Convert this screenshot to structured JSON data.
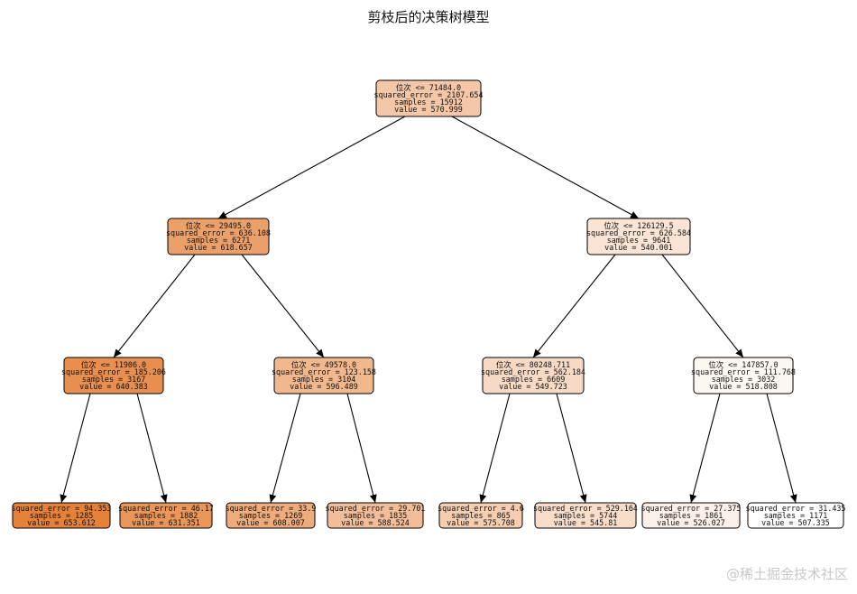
{
  "title": "剪枝后的决策树模型",
  "watermark": "@稀土掘金技术社区",
  "tree": {
    "nodes": [
      {
        "id": "n0",
        "lines": [
          "位次 <= 71484.0",
          "squared_error = 2107.654",
          "samples = 15912",
          "value = 570.999"
        ],
        "color": "#f3c7a8"
      },
      {
        "id": "n1",
        "lines": [
          "位次 <= 29495.0",
          "squared_error = 636.108",
          "samples = 6271",
          "value = 618.657"
        ],
        "color": "#eba06a"
      },
      {
        "id": "n2",
        "lines": [
          "位次 <= 126129.5",
          "squared_error = 626.584",
          "samples = 9641",
          "value = 540.001"
        ],
        "color": "#f9e4d5"
      },
      {
        "id": "n3",
        "lines": [
          "位次 <= 11906.0",
          "squared_error = 185.206",
          "samples = 3167",
          "value = 640.383"
        ],
        "color": "#e88e4e"
      },
      {
        "id": "n4",
        "lines": [
          "位次 <= 49578.0",
          "squared_error = 123.158",
          "samples = 3104",
          "value = 596.489"
        ],
        "color": "#f1b78d"
      },
      {
        "id": "n5",
        "lines": [
          "位次 <= 80248.711",
          "squared_error = 562.184",
          "samples = 6609",
          "value = 549.723"
        ],
        "color": "#f7dac5"
      },
      {
        "id": "n6",
        "lines": [
          "位次 <= 147857.0",
          "squared_error = 111.768",
          "samples = 3032",
          "value = 518.808"
        ],
        "color": "#fdf7f2"
      },
      {
        "id": "n7",
        "lines": [
          "squared_error = 94.353",
          "samples = 1285",
          "value = 653.612"
        ],
        "color": "#e58139"
      },
      {
        "id": "n8",
        "lines": [
          "squared_error = 46.17",
          "samples = 1882",
          "value = 631.351"
        ],
        "color": "#e9965a"
      },
      {
        "id": "n9",
        "lines": [
          "squared_error = 33.9",
          "samples = 1269",
          "value = 608.007"
        ],
        "color": "#eeab7b"
      },
      {
        "id": "n10",
        "lines": [
          "squared_error = 29.701",
          "samples = 1835",
          "value = 588.524"
        ],
        "color": "#f2be99"
      },
      {
        "id": "n11",
        "lines": [
          "squared_error = 4.6",
          "samples = 865",
          "value = 575.708"
        ],
        "color": "#f5cdb0"
      },
      {
        "id": "n12",
        "lines": [
          "squared_error = 529.164",
          "samples = 5744",
          "value = 545.81"
        ],
        "color": "#f8ddca"
      },
      {
        "id": "n13",
        "lines": [
          "squared_error = 27.375",
          "samples = 1861",
          "value = 526.027"
        ],
        "color": "#fcf1e9"
      },
      {
        "id": "n14",
        "lines": [
          "squared_error = 31.435",
          "samples = 1171",
          "value = 507.335"
        ],
        "color": "#ffffff"
      }
    ],
    "edges": [
      [
        "n0",
        "n1"
      ],
      [
        "n0",
        "n2"
      ],
      [
        "n1",
        "n3"
      ],
      [
        "n1",
        "n4"
      ],
      [
        "n2",
        "n5"
      ],
      [
        "n2",
        "n6"
      ],
      [
        "n3",
        "n7"
      ],
      [
        "n3",
        "n8"
      ],
      [
        "n4",
        "n9"
      ],
      [
        "n4",
        "n10"
      ],
      [
        "n5",
        "n11"
      ],
      [
        "n5",
        "n12"
      ],
      [
        "n6",
        "n13"
      ],
      [
        "n6",
        "n14"
      ]
    ]
  }
}
